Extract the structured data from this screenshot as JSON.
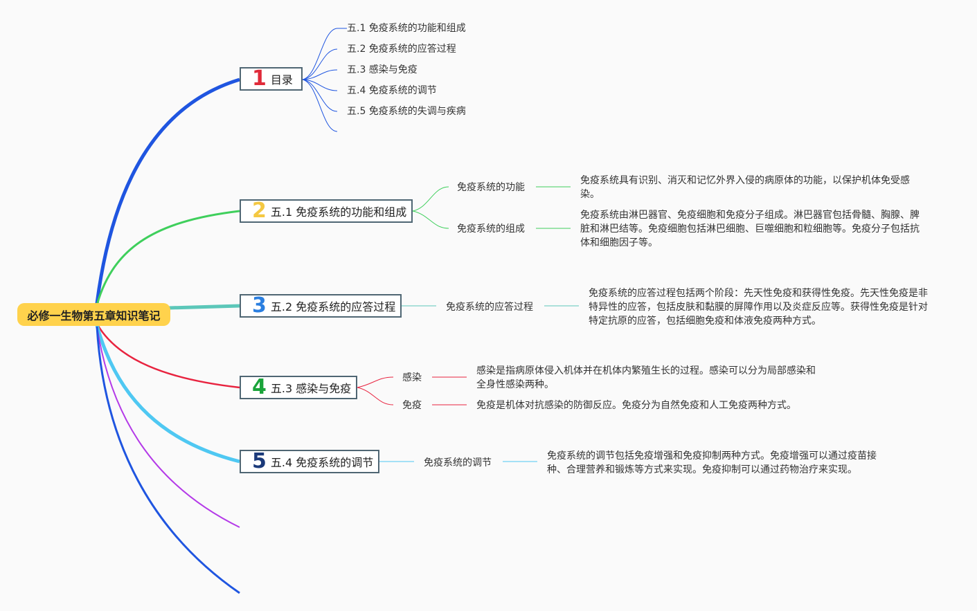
{
  "root": {
    "title": "必修一生物第五章知识笔记"
  },
  "branches": [
    {
      "num": "1",
      "label": "目录",
      "num_color": "#e02b3a",
      "line_color": "#1f55e0"
    },
    {
      "num": "2",
      "label": "五.1 免疫系统的功能和组成",
      "num_color": "#f4c842",
      "line_color": "#3fcf5c"
    },
    {
      "num": "3",
      "label": "五.2 免疫系统的应答过程",
      "num_color": "#2b7fe0",
      "line_color": "#5cc7b9"
    },
    {
      "num": "4",
      "label": "五.3 感染与免疫",
      "num_color": "#1aa43a",
      "line_color": "#e8233f"
    },
    {
      "num": "5",
      "label": "五.4 免疫系统的调节",
      "num_color": "#1b3a7a",
      "line_color": "#4fc8f2"
    }
  ],
  "toc": [
    "五.1 免疫系统的功能和组成",
    "五.2 免疫系统的应答过程",
    "五.3 感染与免疫",
    "五.4 免疫系统的调节",
    "五.5 免疫系统的失调与疾病"
  ],
  "b2": {
    "items": [
      {
        "label": "免疫系统的功能",
        "desc": "免疫系统具有识别、消灭和记忆外界入侵的病原体的功能，以保护机体免受感染。"
      },
      {
        "label": "免疫系统的组成",
        "desc": "免疫系统由淋巴器官、免疫细胞和免疫分子组成。淋巴器官包括骨髓、胸腺、脾脏和淋巴结等。免疫细胞包括淋巴细胞、巨噬细胞和粒细胞等。免疫分子包括抗体和细胞因子等。"
      }
    ]
  },
  "b3": {
    "items": [
      {
        "label": "免疫系统的应答过程",
        "desc": "免疫系统的应答过程包括两个阶段：先天性免疫和获得性免疫。先天性免疫是非特异性的应答，包括皮肤和黏膜的屏障作用以及炎症反应等。获得性免疫是针对特定抗原的应答，包括细胞免疫和体液免疫两种方式。"
      }
    ]
  },
  "b4": {
    "items": [
      {
        "label": "感染",
        "desc": "感染是指病原体侵入机体并在机体内繁殖生长的过程。感染可以分为局部感染和全身性感染两种。"
      },
      {
        "label": "免疫",
        "desc": "免疫是机体对抗感染的防御反应。免疫分为自然免疫和人工免疫两种方式。"
      }
    ]
  },
  "b5": {
    "items": [
      {
        "label": "免疫系统的调节",
        "desc": "免疫系统的调节包括免疫增强和免疫抑制两种方式。免疫增强可以通过疫苗接种、合理营养和锻炼等方式来实现。免疫抑制可以通过药物治疗来实现。"
      }
    ]
  },
  "colors": {
    "extra_branch_1": "#b43ae8",
    "extra_branch_2": "#1f55e0",
    "toc_line": "#1f55e0",
    "b2_line": "#3fcf5c",
    "b3_line": "#5cc7b9",
    "b4_line": "#e8233f",
    "b5_line": "#4fc8f2"
  }
}
